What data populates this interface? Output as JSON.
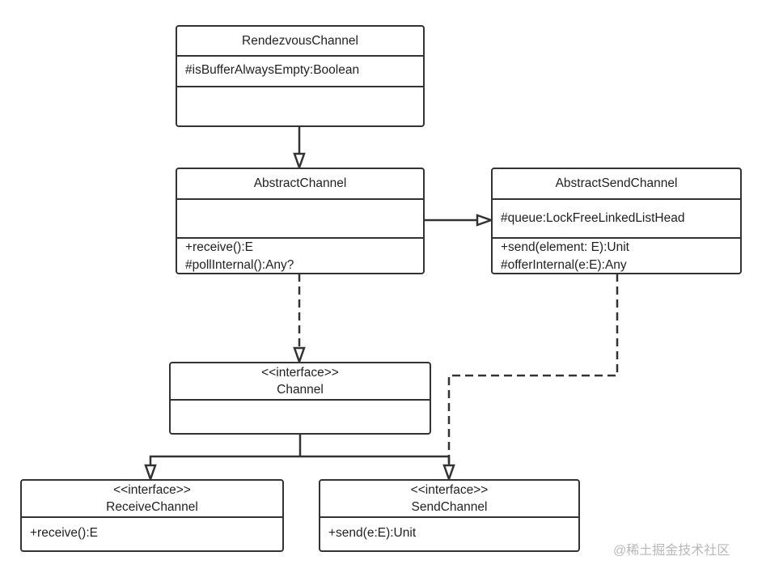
{
  "classes": {
    "rendezvous": {
      "name": "RendezvousChannel",
      "attributes": [
        "#isBufferAlwaysEmpty:Boolean"
      ],
      "methods": []
    },
    "abstract_channel": {
      "name": "AbstractChannel",
      "attributes": [],
      "methods": [
        "+receive():E",
        "#pollInternal():Any?"
      ]
    },
    "abstract_send_channel": {
      "name": "AbstractSendChannel",
      "attributes": [
        "#queue:LockFreeLinkedListHead"
      ],
      "methods": [
        "+send(element: E):Unit",
        "#offerInternal(e:E):Any"
      ]
    },
    "channel": {
      "stereotype": "<<interface>>",
      "name": "Channel",
      "methods": []
    },
    "receive_channel": {
      "stereotype": "<<interface>>",
      "name": "ReceiveChannel",
      "methods": [
        "+receive():E"
      ]
    },
    "send_channel": {
      "stereotype": "<<interface>>",
      "name": "SendChannel",
      "methods": [
        "+send(e:E):Unit"
      ]
    }
  },
  "relations": [
    {
      "from": "RendezvousChannel",
      "to": "AbstractChannel",
      "type": "inheritance"
    },
    {
      "from": "AbstractChannel",
      "to": "AbstractSendChannel",
      "type": "inheritance"
    },
    {
      "from": "AbstractChannel",
      "to": "Channel",
      "type": "realization"
    },
    {
      "from": "AbstractSendChannel",
      "to": "SendChannel",
      "type": "realization"
    },
    {
      "from": "Channel",
      "to": "ReceiveChannel",
      "type": "inheritance"
    },
    {
      "from": "Channel",
      "to": "SendChannel",
      "type": "inheritance"
    }
  ],
  "watermark": "@稀土掘金技术社区"
}
